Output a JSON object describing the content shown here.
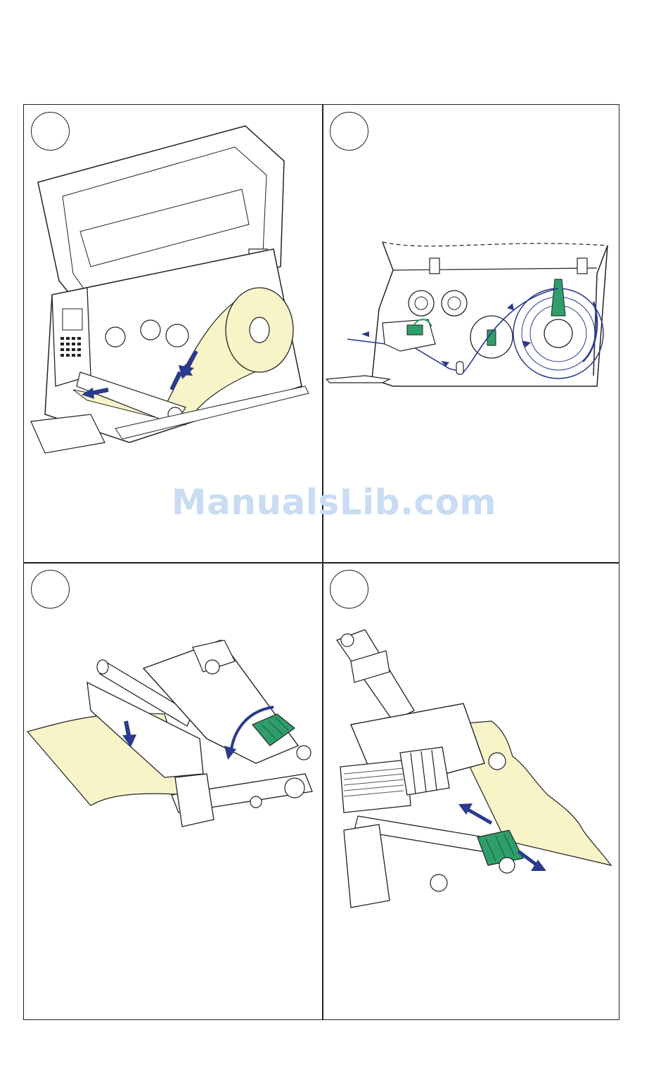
{
  "watermark": {
    "text": "ManualsLib.com"
  },
  "panels": [
    {
      "id": "step-1",
      "illustration": "printer-open-cover-media-loading"
    },
    {
      "id": "step-2",
      "illustration": "media-path-side-diagram"
    },
    {
      "id": "step-3",
      "illustration": "printhead-lever-close"
    },
    {
      "id": "step-4",
      "illustration": "media-guide-adjust"
    }
  ],
  "colors": {
    "arrow": "#2a3a8c",
    "media": "#f7f4c8",
    "lever": "#2f9e6b",
    "line": "#222222"
  }
}
